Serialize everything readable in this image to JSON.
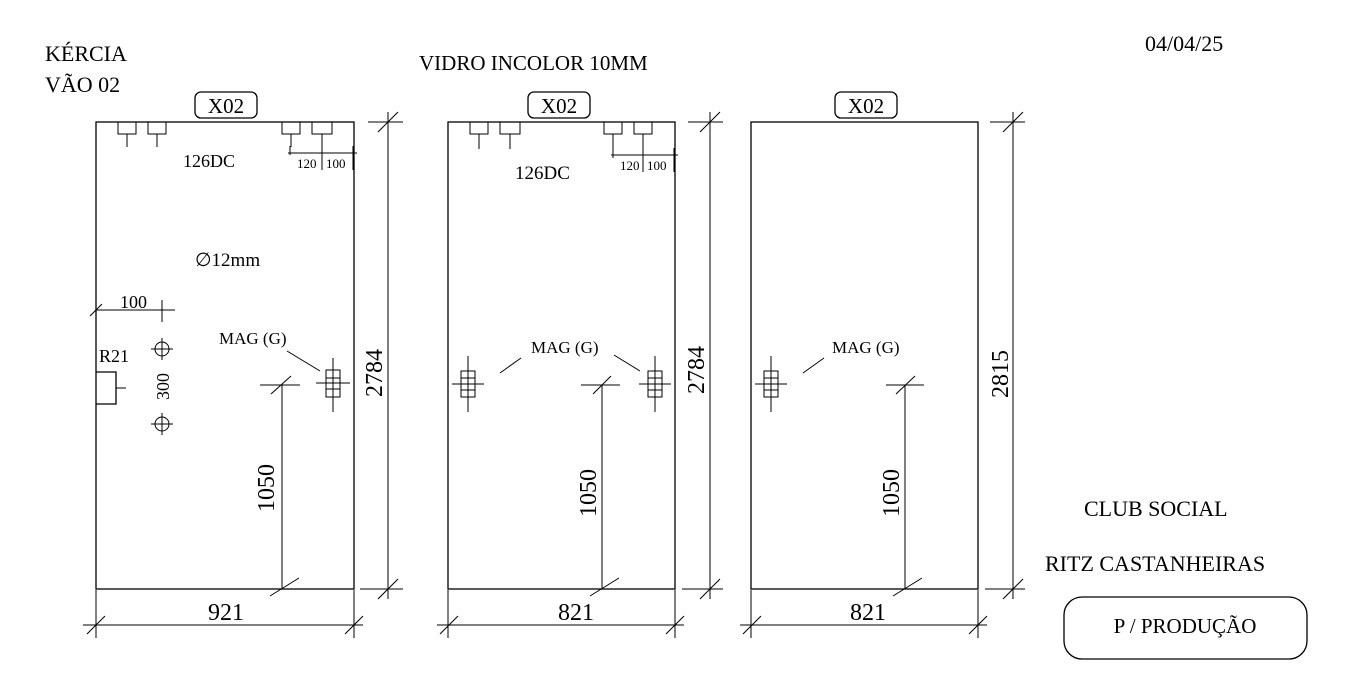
{
  "header": {
    "client_line1": "KÉRCIA",
    "client_line2": "VÃO 02",
    "material": "VIDRO INCOLOR 10MM",
    "date": "04/04/25"
  },
  "project": {
    "name_line1": "CLUB SOCIAL",
    "name_line2": "RITZ CASTANHEIRAS",
    "status_button": "P / PRODUÇÃO"
  },
  "panels": [
    {
      "tag": "X02",
      "width": "921",
      "height": "2784",
      "hinge_code": "126DC",
      "dim_a": "120",
      "dim_b": "100",
      "hole_diameter": "∅12mm",
      "hole_offset": "100",
      "radius": "R21",
      "hole_spacing": "300",
      "magnet": "MAG (G)",
      "magnet_height": "1050"
    },
    {
      "tag": "X02",
      "width": "821",
      "height": "2784",
      "hinge_code": "126DC",
      "dim_a": "120",
      "dim_b": "100",
      "magnet": "MAG (G)",
      "magnet_height": "1050"
    },
    {
      "tag": "X02",
      "width": "821",
      "height": "2815",
      "magnet": "MAG (G)",
      "magnet_height": "1050"
    }
  ]
}
